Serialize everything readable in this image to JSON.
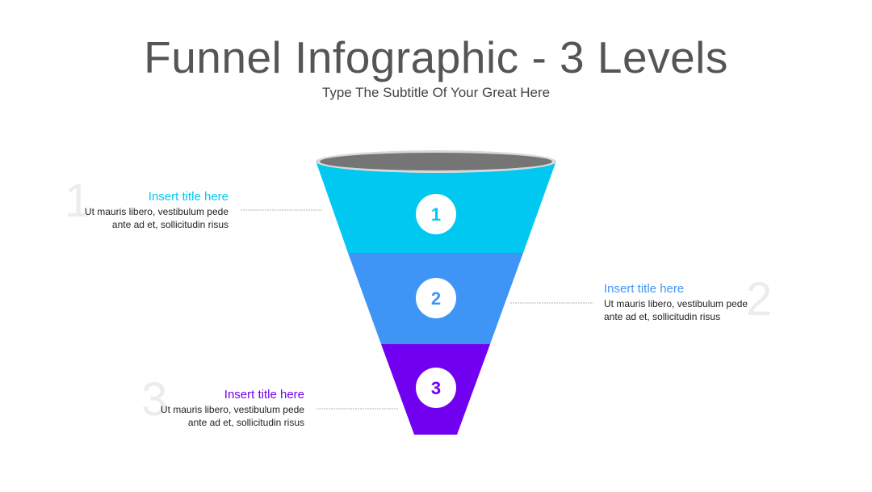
{
  "title": "Funnel Infographic - 3 Levels",
  "subtitle": "Type The Subtitle Of Your Great Here",
  "colors": {
    "level1": "#00c8f0",
    "level2": "#3f95f5",
    "level3": "#7200f0",
    "rim": "#757575",
    "rim_edge": "#d9d9d9",
    "connector": "#b0b0b0"
  },
  "levels": [
    {
      "number": "1",
      "side_number": "1",
      "title": "Insert title here",
      "desc_line1": "Ut mauris libero, vestibulum pede",
      "desc_line2": "ante ad et, sollicitudin risus"
    },
    {
      "number": "2",
      "side_number": "2",
      "title": "Insert title here",
      "desc_line1": "Ut mauris libero, vestibulum pede",
      "desc_line2": "ante ad et, sollicitudin risus"
    },
    {
      "number": "3",
      "side_number": "3",
      "title": "Insert title here",
      "desc_line1": "Ut mauris libero, vestibulum pede",
      "desc_line2": "ante ad et, sollicitudin risus"
    }
  ]
}
